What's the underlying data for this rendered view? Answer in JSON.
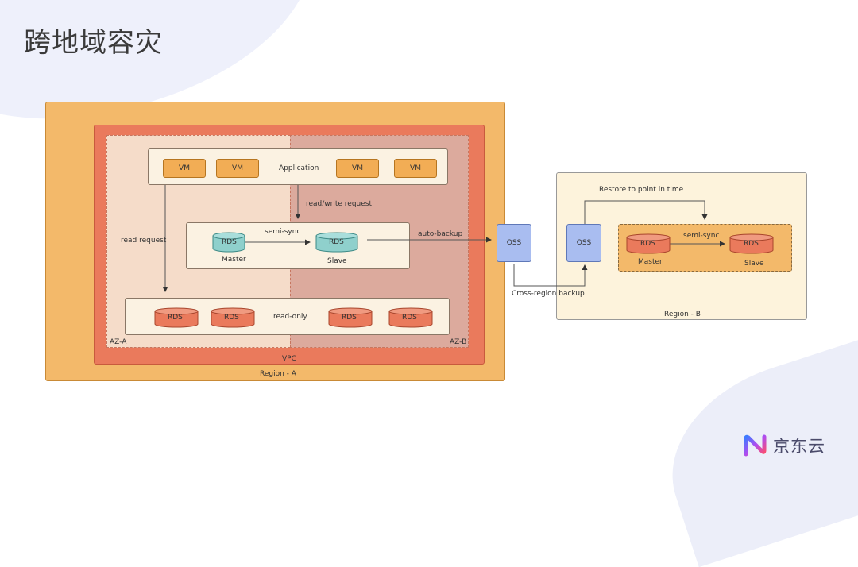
{
  "slide": {
    "title": "跨地域容灾"
  },
  "diagram": {
    "region_a": {
      "label": "Region - A",
      "vpc_label": "VPC",
      "az_a_label": "AZ-A",
      "az_b_label": "AZ-B",
      "app_tier": {
        "label": "Application",
        "vms": [
          "VM",
          "VM",
          "VM",
          "VM"
        ]
      },
      "rds_master": {
        "label": "RDS",
        "caption": "Master"
      },
      "rds_slave": {
        "label": "RDS",
        "caption": "Slave"
      },
      "replication_label": "semi-sync",
      "read_request_label": "read request",
      "rw_request_label": "read/write request",
      "read_only": {
        "label": "read-only",
        "nodes": [
          "RDS",
          "RDS",
          "RDS",
          "RDS"
        ]
      },
      "backup_label": "auto-backup"
    },
    "oss_a": {
      "label": "OSS"
    },
    "cross_region_label": "Cross-region backup",
    "region_b": {
      "label": "Region - B",
      "oss": {
        "label": "OSS"
      },
      "restore_label": "Restore to point in time",
      "rds_master": {
        "label": "RDS",
        "caption": "Master"
      },
      "rds_slave": {
        "label": "RDS",
        "caption": "Slave"
      },
      "replication_label": "semi-sync"
    },
    "colors": {
      "region_a": "#f3b96a",
      "vpc": "#ea7a5c",
      "az_a": "#f5dcc9",
      "az_b": "#dcaa9d",
      "vm": "#f2ad55",
      "rds_teal": "#8fd0cc",
      "rds_red": "#ea7a5c",
      "oss": "#a9bdf0",
      "region_b": "#fdf3dc"
    }
  },
  "brand": {
    "name": "京东云",
    "logo_icon": "jd-cloud-logo-icon"
  }
}
